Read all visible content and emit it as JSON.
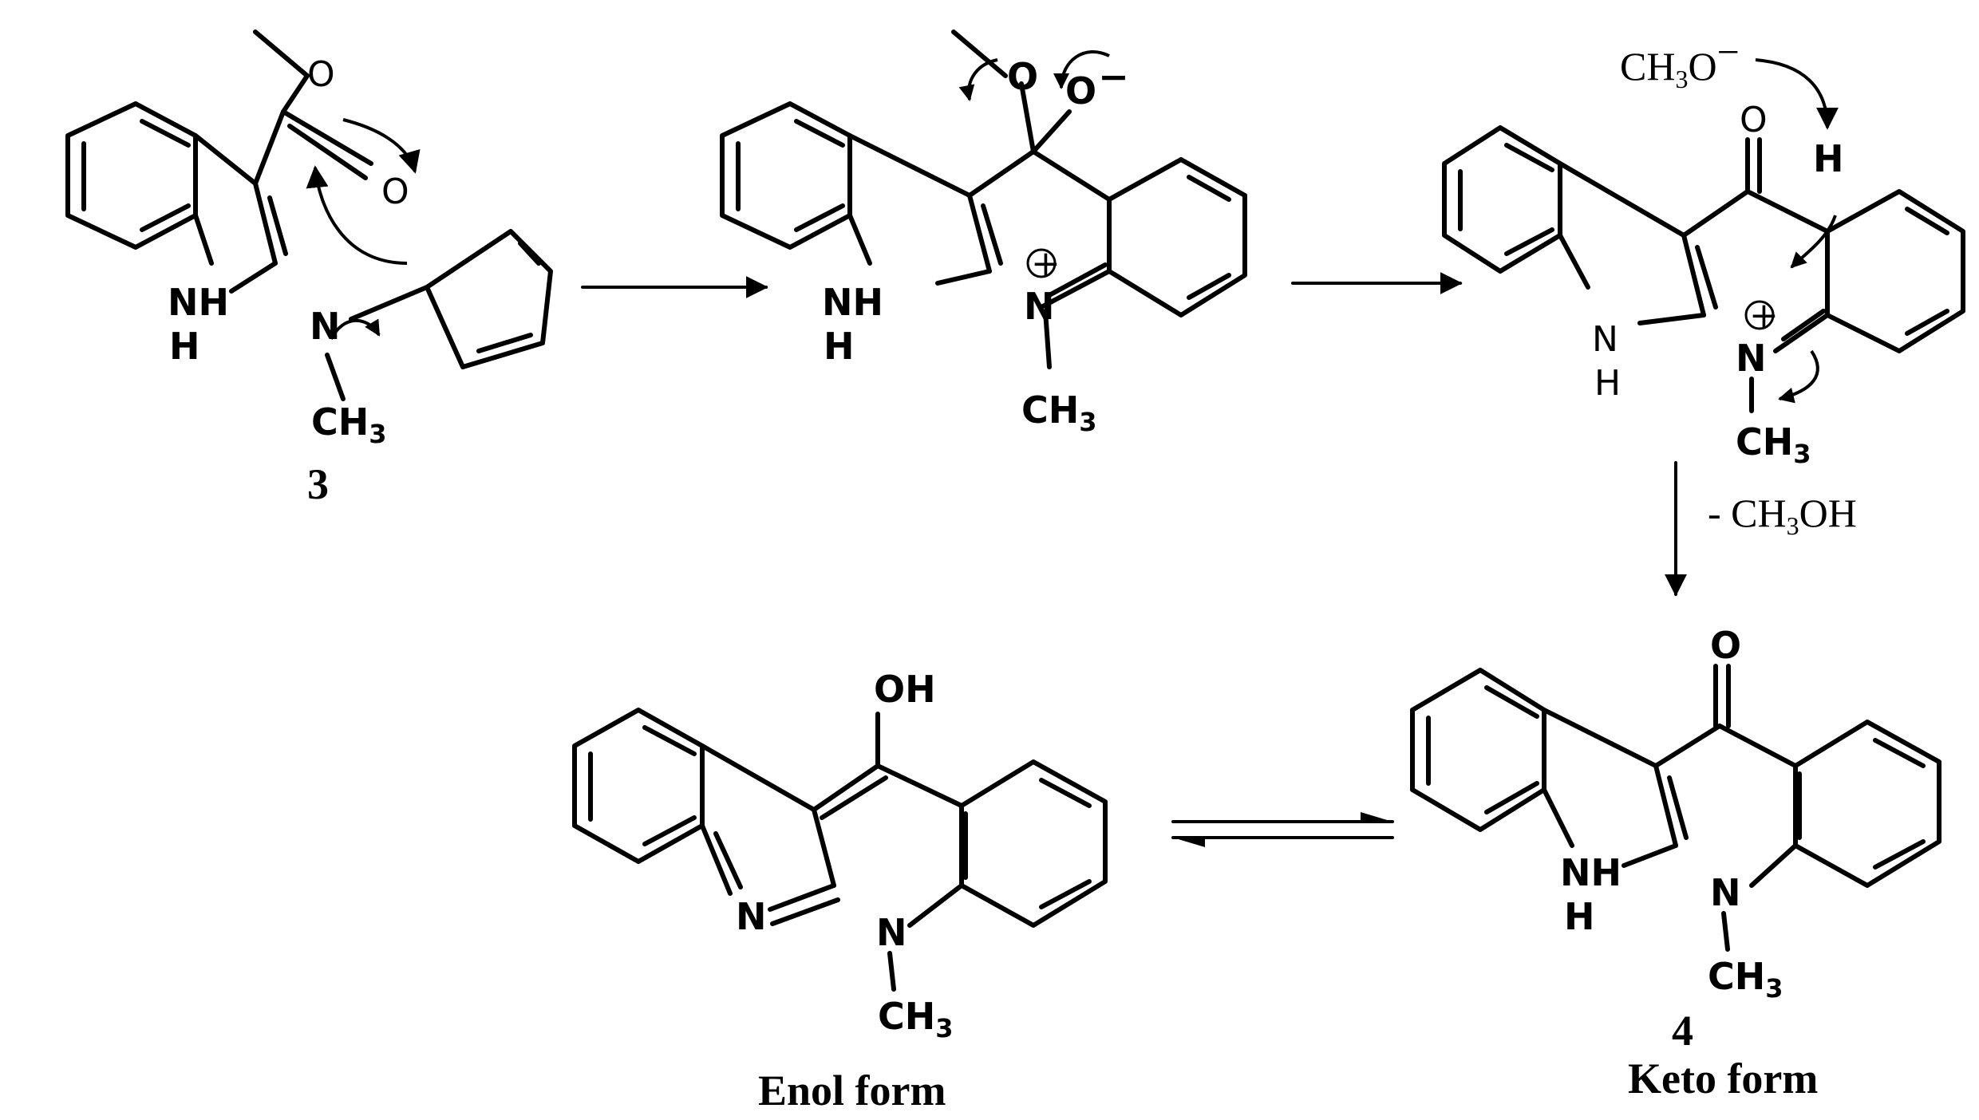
{
  "compounds": {
    "c3": {
      "label": "3"
    },
    "c4": {
      "label": "4",
      "form": "Keto form"
    },
    "enol": {
      "form": "Enol form"
    }
  },
  "atoms": {
    "nh": "NH",
    "n": "N",
    "h": "H",
    "o": "O",
    "oh": "OH",
    "ch": "CH",
    "three": "3",
    "minus": "−",
    "plus": "+"
  },
  "reagents": {
    "methoxide": "CH3O−",
    "byproduct": "- CH3OH"
  },
  "colors": {
    "ink": "#000000",
    "background": "#ffffff"
  }
}
